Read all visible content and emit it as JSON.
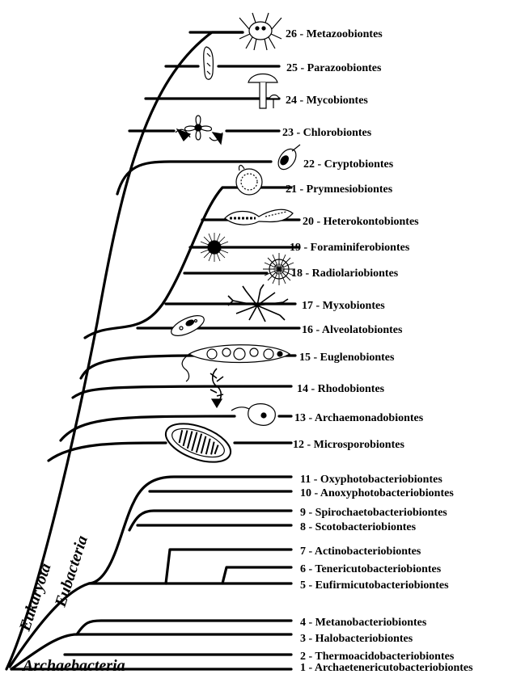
{
  "domains": {
    "eukaryota": "Eukaryota",
    "eubacteria": "Eubacteria",
    "archaebacteria": "Archaebacteria"
  },
  "taxa": [
    {
      "num": "26",
      "name": "Metazoobiontes"
    },
    {
      "num": "25",
      "name": "Parazoobiontes"
    },
    {
      "num": "24",
      "name": "Mycobiontes"
    },
    {
      "num": "23",
      "name": "Chlorobiontes"
    },
    {
      "num": "22",
      "name": "Cryptobiontes"
    },
    {
      "num": "21",
      "name": "Prymnesiobiontes"
    },
    {
      "num": "20",
      "name": "Heterokontobiontes"
    },
    {
      "num": "19",
      "name": "Foraminiferobiontes"
    },
    {
      "num": "18",
      "name": "Radiolariobiontes"
    },
    {
      "num": "17",
      "name": "Myxobiontes"
    },
    {
      "num": "16",
      "name": "Alveolatobiontes"
    },
    {
      "num": "15",
      "name": "Euglenobiontes"
    },
    {
      "num": "14",
      "name": "Rhodobiontes"
    },
    {
      "num": "13",
      "name": "Archaemonadobiontes"
    },
    {
      "num": "12",
      "name": "Microsporobiontes"
    },
    {
      "num": "11",
      "name": "Oxyphotobacteriobiontes"
    },
    {
      "num": "10",
      "name": "Anoxyphotobacteriobiontes"
    },
    {
      "num": "9",
      "name": "Spirochaetobacteriobiontes"
    },
    {
      "num": "8",
      "name": "Scotobacteriobiontes"
    },
    {
      "num": "7",
      "name": "Actinobacteriobiontes"
    },
    {
      "num": "6",
      "name": "Tenericutobacteriobiontes"
    },
    {
      "num": "5",
      "name": "Eufirmicutobacteriobiontes"
    },
    {
      "num": "4",
      "name": "Metanobacteriobiontes"
    },
    {
      "num": "3",
      "name": "Halobacteriobiontes"
    },
    {
      "num": "2",
      "name": "Thermoacidobacteriobiontes"
    },
    {
      "num": "1",
      "name": "Archaetenericutobacteriobiontes"
    }
  ],
  "illustrations": [
    "metazoan-crab-icon",
    "parazoan-sponge-icon",
    "mushroom-icon",
    "flower-icon",
    "cryptomonad-icon",
    "prymnesiophyte-icon",
    "heterokont-icon",
    "foraminifera-icon",
    "radiolarian-icon",
    "myxomycete-icon",
    "ciliate-icon",
    "euglena-icon",
    "red-alga-icon",
    "archaemonad-icon",
    "microsporidian-icon"
  ]
}
